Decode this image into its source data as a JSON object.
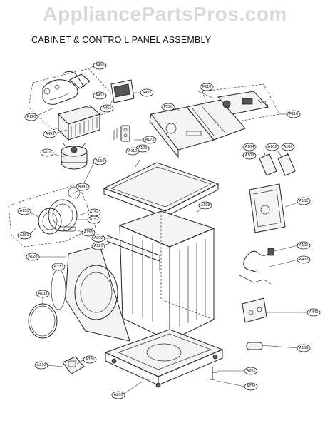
{
  "watermark": "AppliancePartsPros.com",
  "title": "CABINET & CONTRO L  PANEL ASSEMBLY",
  "callouts": [
    {
      "id": "A450",
      "label": "A450"
    },
    {
      "id": "A451",
      "label": "A451"
    },
    {
      "id": "F120",
      "label": "F120"
    },
    {
      "id": "A453",
      "label": "A453"
    },
    {
      "id": "A452",
      "label": "A452"
    },
    {
      "id": "A416",
      "label": "A416"
    },
    {
      "id": "A455",
      "label": "A455"
    },
    {
      "id": "F210",
      "label": "F210"
    },
    {
      "id": "F220",
      "label": "F220"
    },
    {
      "id": "F110",
      "label": "F110"
    },
    {
      "id": "A173",
      "label": "A173"
    },
    {
      "id": "A172",
      "label": "A172"
    },
    {
      "id": "A110",
      "label": "A110"
    },
    {
      "id": "A104",
      "label": "A104"
    },
    {
      "id": "A102",
      "label": "A102"
    },
    {
      "id": "A103",
      "label": "A103"
    },
    {
      "id": "A106",
      "label": "A106"
    },
    {
      "id": "A150",
      "label": "A150"
    },
    {
      "id": "A341",
      "label": "A341"
    },
    {
      "id": "A151",
      "label": "A151"
    },
    {
      "id": "A154",
      "label": "A154"
    },
    {
      "id": "A152",
      "label": "A152"
    },
    {
      "id": "A156",
      "label": "A156"
    },
    {
      "id": "A155",
      "label": "A155"
    },
    {
      "id": "A101",
      "label": "A101"
    },
    {
      "id": "A108",
      "label": "A108"
    },
    {
      "id": "A300",
      "label": "A300"
    },
    {
      "id": "A121",
      "label": "A121"
    },
    {
      "id": "A100",
      "label": "A100"
    },
    {
      "id": "A120",
      "label": "A120"
    },
    {
      "id": "A330",
      "label": "A330"
    },
    {
      "id": "A430",
      "label": "A430"
    },
    {
      "id": "A133",
      "label": "A133"
    },
    {
      "id": "A440",
      "label": "A440"
    },
    {
      "id": "A159",
      "label": "A159"
    },
    {
      "id": "A310",
      "label": "A310"
    },
    {
      "id": "A320",
      "label": "A320"
    },
    {
      "id": "A261",
      "label": "A261"
    },
    {
      "id": "A200",
      "label": "A200"
    },
    {
      "id": "A220",
      "label": "A220"
    }
  ]
}
